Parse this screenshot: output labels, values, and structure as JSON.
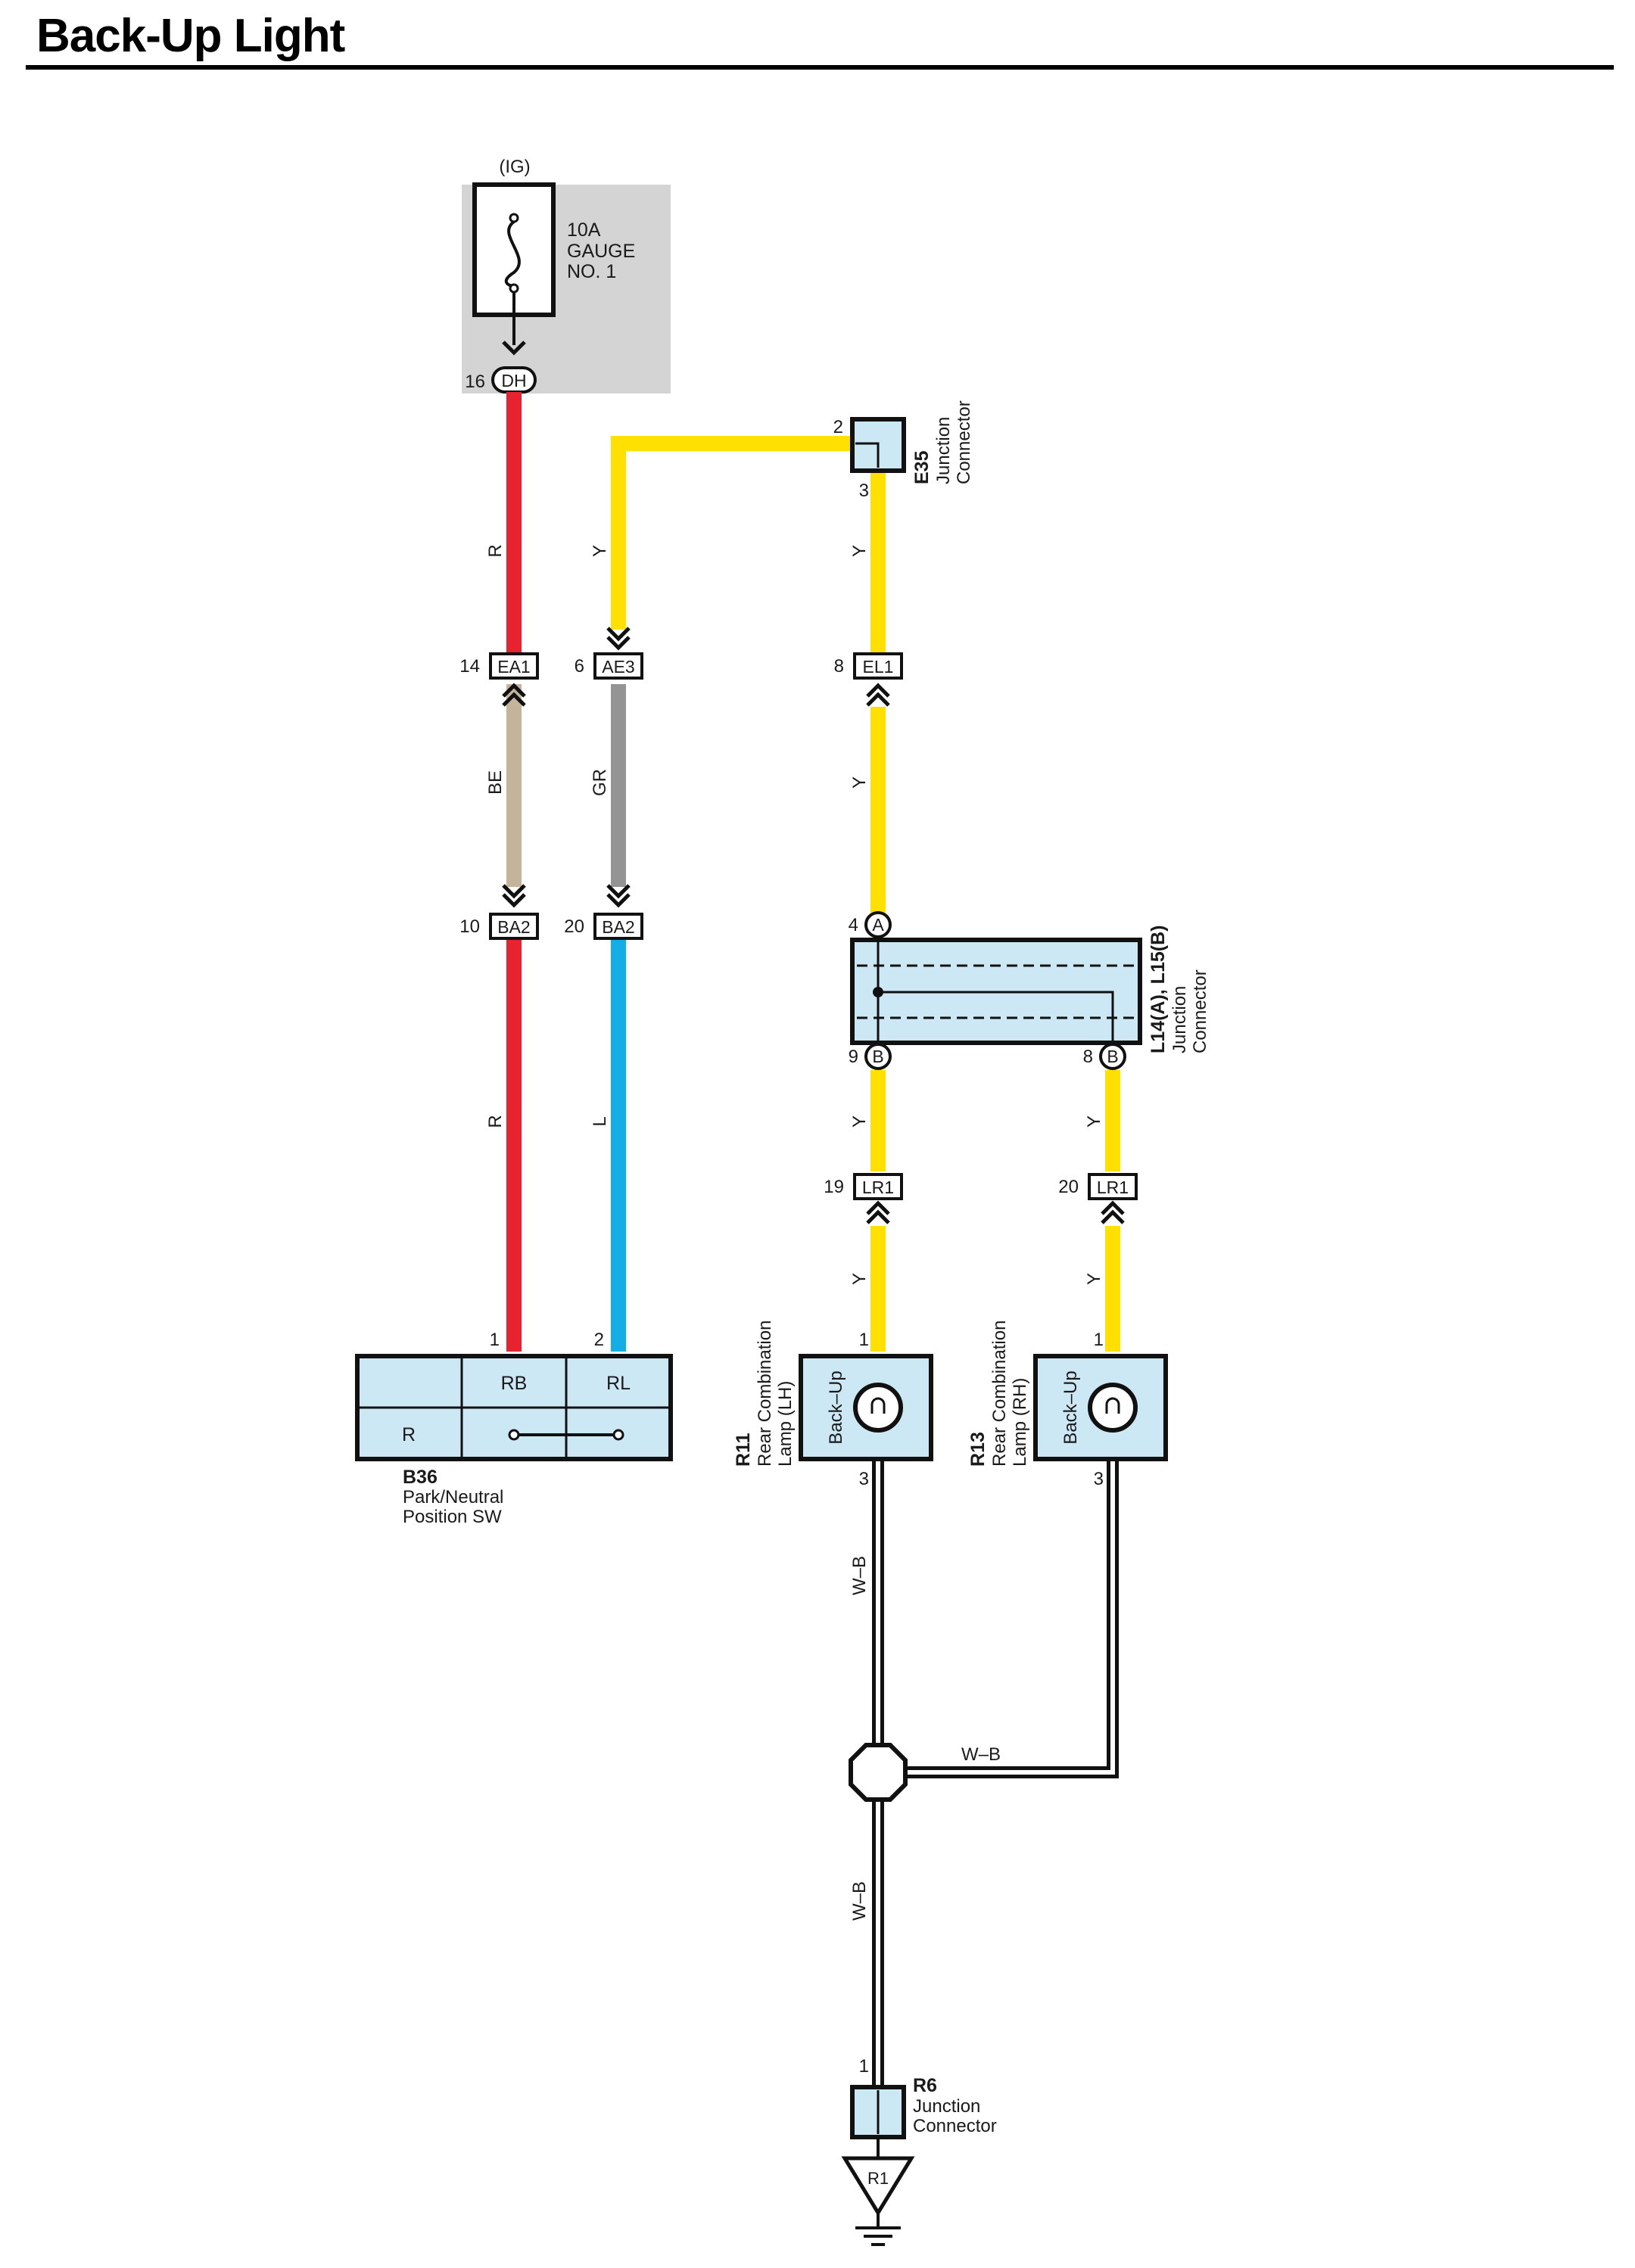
{
  "title": "Back-Up Light",
  "colors": {
    "red": "#e8222e",
    "yellow": "#ffe000",
    "beige": "#c4b49c",
    "gray": "#949494",
    "blue": "#13aee6",
    "box_fill": "#cde8f5",
    "fuse_bg": "#d4d4d4"
  },
  "fuse": {
    "ig": "(IG)",
    "rating": "10A",
    "name_line1": "GAUGE",
    "name_line2": "NO. 1",
    "pin": "16",
    "conn": "DH"
  },
  "e35": {
    "pin_in": "2",
    "pin_out": "3",
    "id": "E35",
    "label1": "Junction",
    "label2": "Connector"
  },
  "connectors": {
    "ea1": {
      "pin": "14",
      "id": "EA1"
    },
    "ae3": {
      "pin": "6",
      "id": "AE3"
    },
    "el1": {
      "pin": "8",
      "id": "EL1"
    },
    "ba2_left": {
      "pin": "10",
      "id": "BA2"
    },
    "ba2_right": {
      "pin": "20",
      "id": "BA2"
    },
    "lr1_left": {
      "pin": "19",
      "id": "LR1"
    },
    "lr1_right": {
      "pin": "20",
      "id": "LR1"
    }
  },
  "wire_labels": {
    "r_top": "R",
    "y_left_top": "Y",
    "y_e35": "Y",
    "be": "BE",
    "gr": "GR",
    "y_el1": "Y",
    "r_bottom": "R",
    "l": "L",
    "y_jc_left": "Y",
    "y_jc_right": "Y",
    "y_lr1_left": "Y",
    "y_lr1_right": "Y",
    "wb_left": "W–B",
    "wb_right": "W–B",
    "wb_ground": "W–B"
  },
  "jc": {
    "pin_a": "4",
    "a": "A",
    "pin_b_left": "9",
    "b_left": "B",
    "pin_b_right": "8",
    "b_right": "B",
    "id": "L14(A), L15(B)",
    "label1": "Junction",
    "label2": "Connector"
  },
  "b36": {
    "pin1": "1",
    "pin2": "2",
    "rb": "RB",
    "rl": "RL",
    "r": "R",
    "id": "B36",
    "label1": "Park/Neutral",
    "label2": "Position SW"
  },
  "r11": {
    "pin1": "1",
    "pin3": "3",
    "inner": "Back–Up",
    "id": "R11",
    "label1": "Rear Combination",
    "label2": "Lamp (LH)"
  },
  "r13": {
    "pin1": "1",
    "pin3": "3",
    "inner": "Back–Up",
    "id": "R13",
    "label1": "Rear Combination",
    "label2": "Lamp (RH)"
  },
  "r6": {
    "pin": "1",
    "id": "R6",
    "label1": "Junction",
    "label2": "Connector"
  },
  "ground": {
    "id": "R1"
  }
}
